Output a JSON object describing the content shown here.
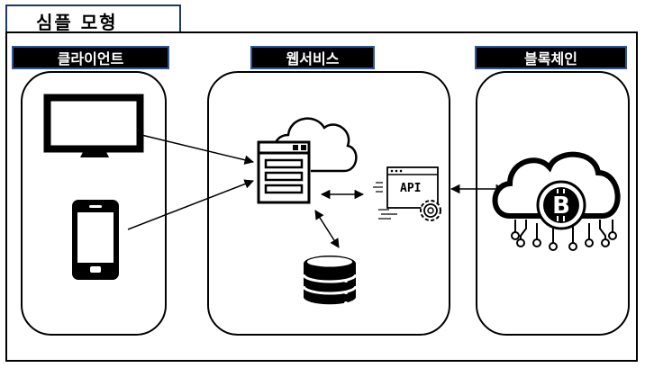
{
  "title": "심플 모형",
  "sections": {
    "client": {
      "label": "클라이언트"
    },
    "webservice": {
      "label": "웹서비스"
    },
    "blockchain": {
      "label": "블록체인"
    }
  },
  "api_label": "API",
  "coin_symbol": "B",
  "icons": [
    "monitor-icon",
    "smartphone-icon",
    "server-icon",
    "cloud-icon",
    "api-gear-icon",
    "database-icon",
    "blockchain-cloud-icon",
    "bitcoin-icon"
  ]
}
